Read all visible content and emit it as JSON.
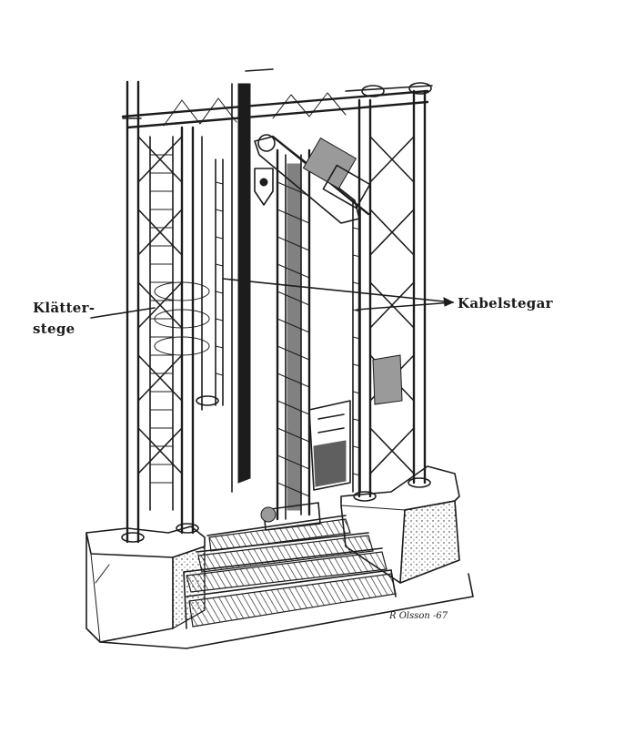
{
  "labels": {
    "climbing_ladder_line1": "Klätter-",
    "climbing_ladder_line2": "stege",
    "cable_trays": "Kabelstegar",
    "signature": "R Olsson -67"
  },
  "colors": {
    "ink": "#1c1c1c",
    "paper": "#ffffff"
  }
}
